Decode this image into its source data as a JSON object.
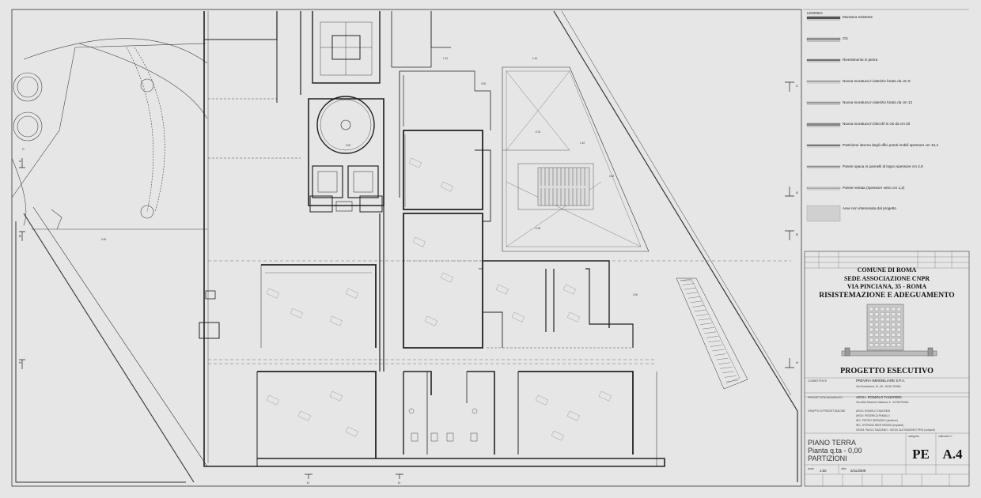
{
  "legend": {
    "title": "LEGENDA",
    "items": [
      "Muratura esistente",
      "Cls",
      "Rivestimento in pietra",
      "Nuova muratura in laterizio forato da cm 8",
      "Nuova muratura in laterizio forato da cm 12",
      "Nuova muratura in blocchi in cls da cm 20",
      "Partizione interna degli uffici pareti mobili spessore cm 10,4",
      "Parete opaca in pannelli di legno spessore cm 2,8",
      "Parete vetrata (spessore vetro cm 1,2)",
      "Aree non interessata dal progetto"
    ]
  },
  "title_block": {
    "l1": "COMUNE DI ROMA",
    "l2": "SEDE ASSOCIAZIONE CNPR",
    "l3": "VIA PINCIANA, 35 - ROMA",
    "l4": "RISISTEMAZIONE E ADEGUAMENTO",
    "phase": "PROGETTO ESECUTIVO",
    "committente_label": "COMMITTENTE",
    "committente": "PREVIRA IMMOBILIARE S.P.A.",
    "committente_addr": "Via Nomentana, 10 ,46 - 00161 ROMA",
    "progettista_label": "PROGETTISTA INCARICATO",
    "progettista": "ARCH. ROMOLO TANCREDI",
    "progettista_addr": "Via della Stazione Vaticana, 5 - 00765 ROMA",
    "gruppo_label": "GRUPPO DI PROGETTAZIONE",
    "gruppo": [
      "ARCH. ROMOLO TANCREDI",
      "ARCH. FEDERICA PANIALLI",
      "ING. PIETRO SERVADIO (strutture)",
      "ING. STEFANO BENTIVENNO (impianti)",
      "GEOM. PAOLO NAZZANO - GEOM. ALESSANDRO PESI (computi)"
    ],
    "drawing_l1": "PIANO TERRA",
    "drawing_l2": "Pianta q.ta - 0,00",
    "drawing_l3": "PARTIZIONI",
    "scale_label": "scala",
    "scale": "1:50",
    "date_label": "data",
    "date": "5/11/2009",
    "category": "PE",
    "sheet": "A.4",
    "cat_label": "categoria",
    "sheet_label": "elaborato n°"
  },
  "plan": {
    "sections": [
      "A",
      "A'",
      "B",
      "B",
      "H",
      "H",
      "C",
      "C",
      "D",
      "D"
    ],
    "levels": [
      "1.10",
      "1.10",
      "0.00",
      "0.00",
      "1.10",
      "0.00",
      "0.00",
      "0.00",
      "-0.31",
      "-0.33"
    ]
  }
}
